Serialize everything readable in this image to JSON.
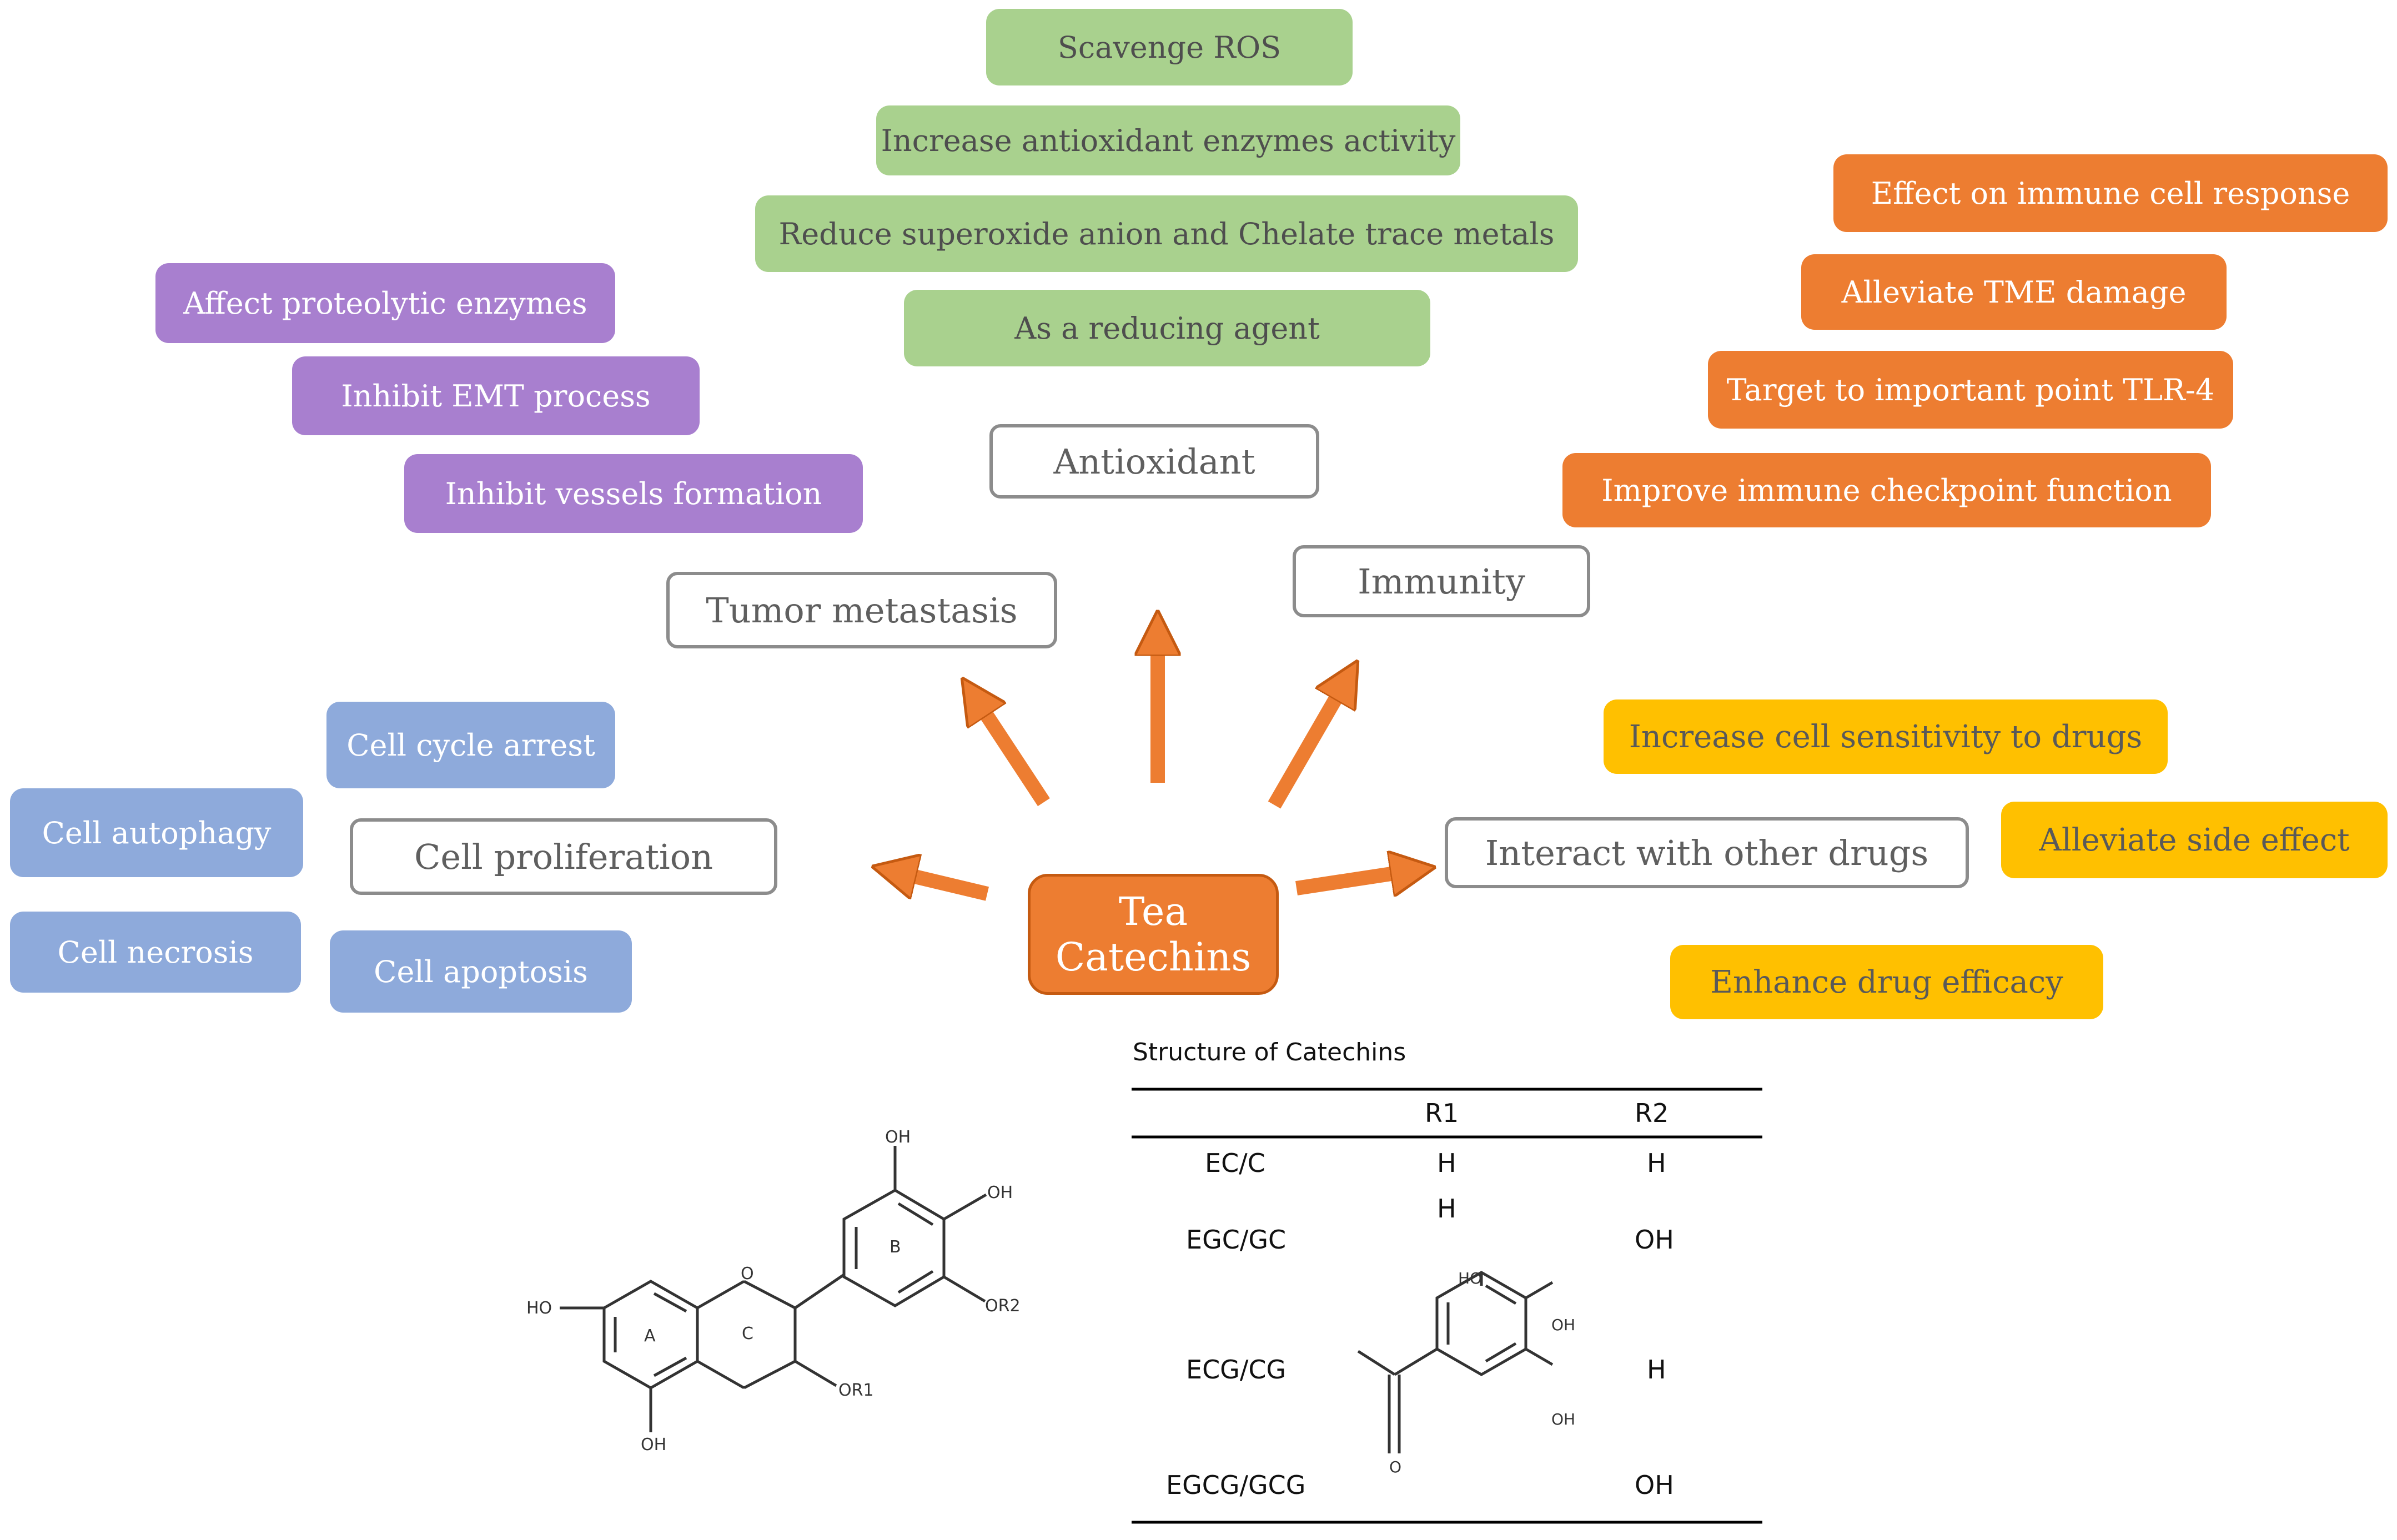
{
  "center": {
    "line1": "Tea",
    "line2": "Catechins"
  },
  "antioxidant": {
    "label": "Antioxidant",
    "effects": [
      "Scavenge ROS",
      "Increase antioxidant enzymes activity",
      "Reduce superoxide anion and Chelate trace metals",
      "As a reducing agent"
    ]
  },
  "metastasis": {
    "label": "Tumor metastasis",
    "effects": [
      "Affect proteolytic enzymes",
      "Inhibit EMT process",
      "Inhibit vessels formation"
    ]
  },
  "immunity": {
    "label": "Immunity",
    "effects": [
      "Effect on immune cell response",
      "Alleviate TME damage",
      "Target to important point TLR-4",
      "Improve immune checkpoint function"
    ]
  },
  "proliferation": {
    "label": "Cell proliferation",
    "effects": [
      "Cell cycle arrest",
      "Cell autophagy",
      "Cell necrosis",
      "Cell apoptosis"
    ]
  },
  "drugs": {
    "label": "Interact with other drugs",
    "effects": [
      "Increase cell sensitivity to drugs",
      "Alleviate  side effect",
      "Enhance drug efficacy"
    ]
  },
  "structure": {
    "title": "Structure of Catechins",
    "headers": [
      "",
      "R1",
      "R2"
    ],
    "rows": [
      {
        "name": "EC/C",
        "r1": "H",
        "r2": "H"
      },
      {
        "name": "EGC/GC",
        "r1": "H",
        "r2": "OH"
      },
      {
        "name": "ECG/CG",
        "r1": "",
        "r2": "H"
      },
      {
        "name": "EGCG/GCG",
        "r1": "",
        "r2": "OH"
      }
    ],
    "molecule_labels": {
      "oh": "OH",
      "ho": "HO",
      "o": "O",
      "or1": "OR1",
      "or2": "OR2",
      "ring_a": "A",
      "ring_b": "B",
      "ring_c": "C"
    }
  },
  "colors": {
    "green": "#a9d18e",
    "purple": "#a87fcf",
    "orange": "#ed7d31",
    "blue": "#8eaadb",
    "yellow": "#ffc000",
    "border": "#8c8c8c"
  }
}
